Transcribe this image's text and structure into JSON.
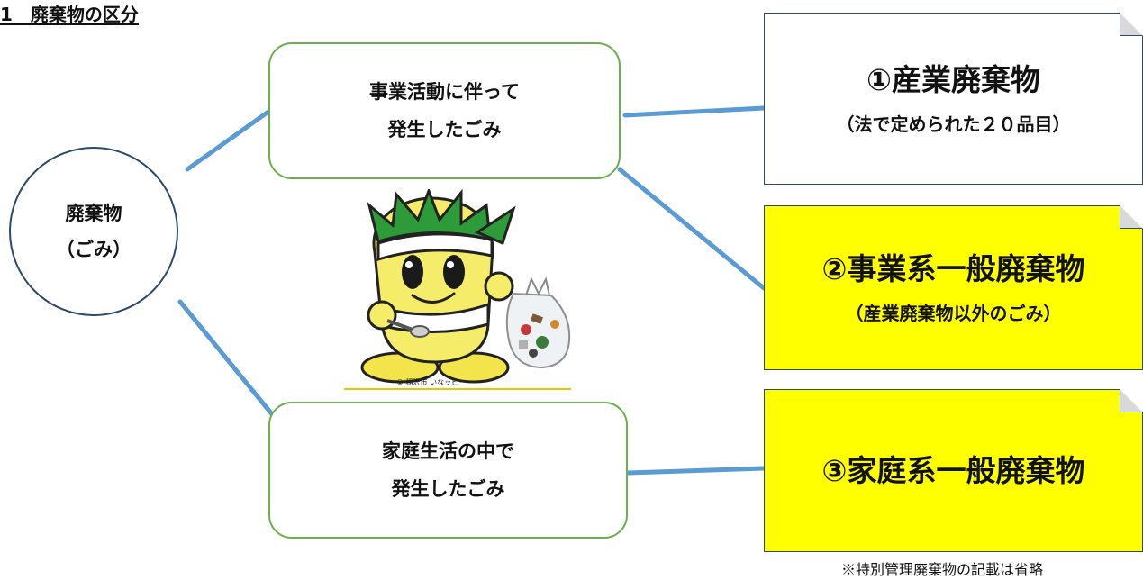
{
  "heading": "1　廃棄物の区分",
  "root": {
    "lines": [
      "廃棄物",
      "（ごみ）"
    ]
  },
  "sources": [
    {
      "lines": [
        "事業活動に伴って",
        "発生したごみ"
      ]
    },
    {
      "lines": [
        "家庭生活の中で",
        "発生したごみ"
      ]
    }
  ],
  "categories": [
    {
      "label": "①産業廃棄物",
      "sub": "（法で定められた２０品目）",
      "fill": "#ffffff"
    },
    {
      "label": "②事業系一般廃棄物",
      "sub": "（産業廃棄物以外のごみ）",
      "fill": "#ffff00"
    },
    {
      "label": "③家庭系一般廃棄物",
      "sub": "",
      "fill": "#ffff00"
    }
  ],
  "mascot": {
    "copyright": "© 稲沢市 いなッピー"
  },
  "footnote": "※特別管理廃棄物の記載は省略",
  "colors": {
    "connector": "#5b9bd5",
    "source_border": "#6ab04c",
    "highlight": "#ffff00",
    "outline": "#2c4a6e"
  }
}
